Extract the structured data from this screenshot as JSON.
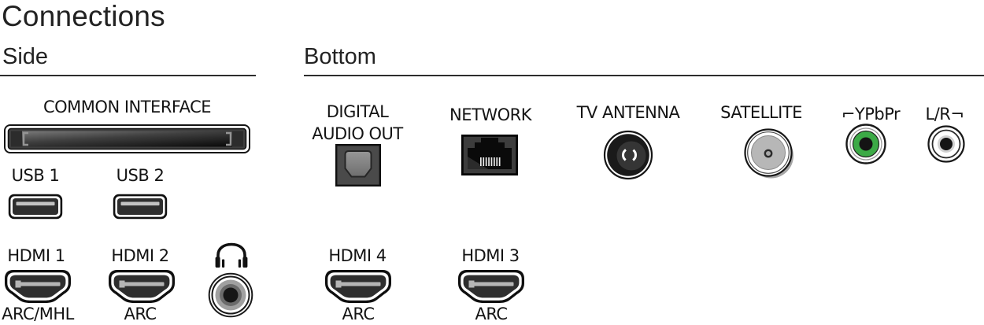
{
  "title": "Connections",
  "sections": {
    "side": {
      "heading": "Side"
    },
    "bottom": {
      "heading": "Bottom"
    }
  },
  "side_ports": {
    "common_interface": {
      "label": "COMMON INTERFACE"
    },
    "usb1": {
      "label": "USB 1"
    },
    "usb2": {
      "label": "USB 2"
    },
    "hdmi1": {
      "label": "HDMI 1",
      "sublabel": "ARC/MHL"
    },
    "hdmi2": {
      "label": "HDMI 2",
      "sublabel": "ARC"
    },
    "headphones": {
      "icon": "headphones-icon"
    }
  },
  "bottom_ports": {
    "digital_audio_out": {
      "label_line1": "DIGITAL",
      "label_line2": "AUDIO OUT"
    },
    "network": {
      "label": "NETWORK"
    },
    "tv_antenna": {
      "label": "TV ANTENNA"
    },
    "satellite": {
      "label": "SATELLITE"
    },
    "ypbpr": {
      "label": "⌐YPbPr"
    },
    "audio_lr": {
      "label": "L/R¬"
    },
    "hdmi4": {
      "label": "HDMI 4",
      "sublabel": "ARC"
    },
    "hdmi3": {
      "label": "HDMI 3",
      "sublabel": "ARC"
    }
  },
  "icons": {
    "headphones": "headphones-icon"
  },
  "colors": {
    "text": "#141414",
    "ypbpr_green": "#3caa46",
    "port_body_dark": "#2e2e2e",
    "rule": "#2d2d2d"
  }
}
